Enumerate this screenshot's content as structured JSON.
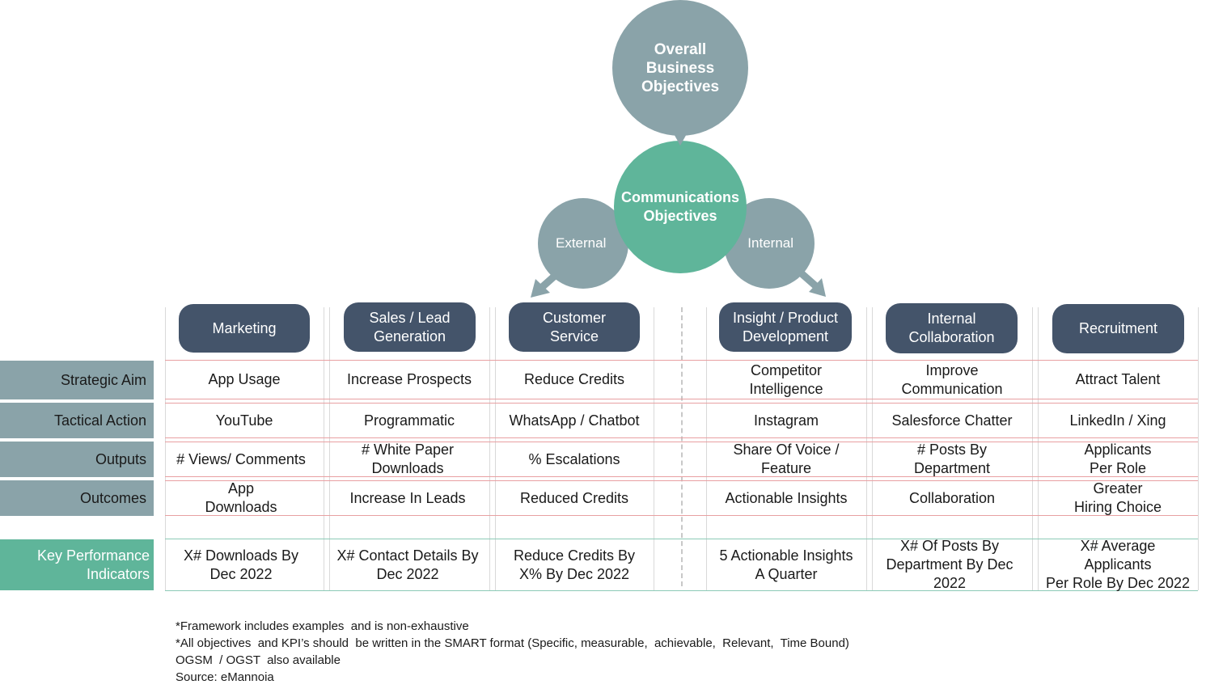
{
  "circles": {
    "overall": "Overall\nBusiness\nObjectives",
    "communications": "Communications\nObjectives",
    "external": "External",
    "internal": "Internal"
  },
  "columns": [
    "Marketing",
    "Sales / Lead\nGeneration",
    "Customer\nService",
    "Insight / Product\nDevelopment",
    "Internal\nCollaboration",
    "Recruitment"
  ],
  "row_labels": {
    "strategic_aim": "Strategic Aim",
    "tactical_action": "Tactical Action",
    "outputs": "Outputs",
    "outcomes": "Outcomes",
    "kpi": "Key Performance\nIndicators"
  },
  "rows": {
    "strategic_aim": [
      "App Usage",
      "Increase Prospects",
      "Reduce Credits",
      "Competitor\nIntelligence",
      "Improve\nCommunication",
      "Attract Talent"
    ],
    "tactical_action": [
      "YouTube",
      "Programmatic",
      "WhatsApp / Chatbot",
      "Instagram",
      "Salesforce Chatter",
      "LinkedIn / Xing"
    ],
    "outputs": [
      "# Views/ Comments",
      "# White Paper\nDownloads",
      "% Escalations",
      "Share Of Voice /\nFeature",
      "# Posts By\nDepartment",
      "Applicants\nPer Role"
    ],
    "outcomes": [
      "App\nDownloads",
      "Increase In Leads",
      "Reduced Credits",
      "Actionable Insights",
      "Collaboration",
      "Greater\nHiring Choice"
    ],
    "kpi": [
      "X# Downloads By\nDec 2022",
      "X# Contact Details By\nDec 2022",
      "Reduce Credits By\nX% By Dec 2022",
      "5 Actionable Insights\nA Quarter",
      "X# Of Posts By\nDepartment By Dec\n2022",
      "X# Average\nApplicants\nPer Role By Dec 2022"
    ]
  },
  "notes": [
    "*Framework includes examples  and is non-exhaustive",
    "*All objectives  and KPI’s should  be written in the SMART format (Specific, measurable,  achievable,  Relevant,  Time Bound)",
    "OGSM  / OGST  also available",
    "Source: eMannoia"
  ],
  "colors": {
    "grey_circle": "#8aa3a9",
    "green_circle": "#5fb59a",
    "header_pill": "#44546a",
    "row_label": "#8aa3a9",
    "kpi_label": "#5fb59a",
    "separator_red": "#e8a0a2",
    "separator_teal": "#8ccab6"
  }
}
